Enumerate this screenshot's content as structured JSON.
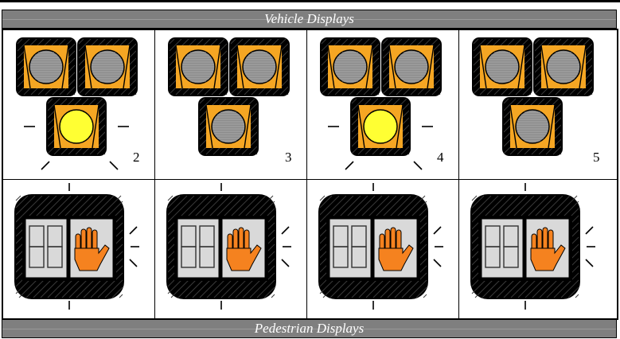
{
  "vehicle_title": "Vehicle Displays",
  "pedestrian_title": "Pedestrian Displays",
  "vehicle_heads": [
    {
      "number": "2",
      "bottom_lit": true
    },
    {
      "number": "3",
      "bottom_lit": false
    },
    {
      "number": "4",
      "bottom_lit": true
    },
    {
      "number": "5",
      "bottom_lit": false
    }
  ],
  "colors": {
    "housing": "#000000",
    "visor": "#f5a623",
    "lens_off": "#8c8c8c",
    "lens_on": "#ffff33",
    "hand": "#f5821f",
    "ped_panel": "#d9d9d9",
    "bar": "#7f7f7f"
  },
  "icons": [
    "signal-lens-icon",
    "countdown-digits-icon",
    "hand-dont-walk-icon"
  ]
}
